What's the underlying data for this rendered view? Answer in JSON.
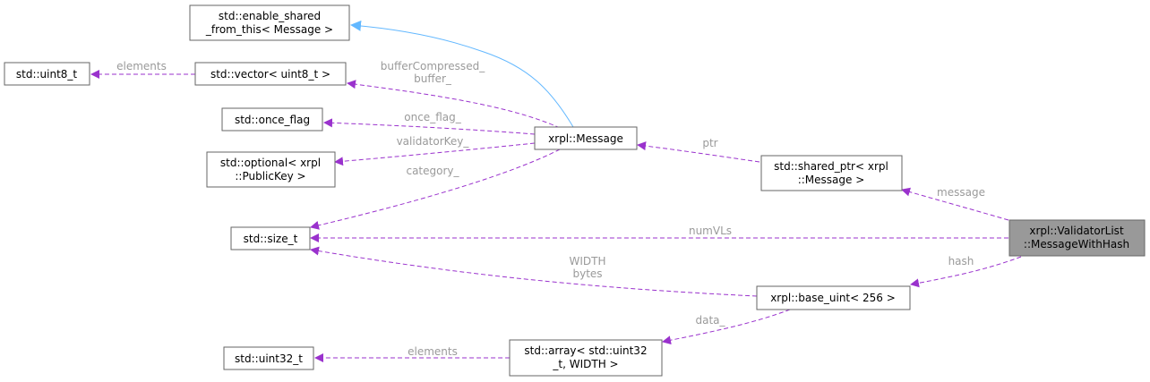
{
  "diagram": {
    "nodes": {
      "enable_shared": [
        "std::enable_shared",
        "_from_this< Message >"
      ],
      "vector": [
        "std::vector< uint8_t >"
      ],
      "uint8": [
        "std::uint8_t"
      ],
      "once_flag": [
        "std::once_flag"
      ],
      "optional": [
        "std::optional< xrpl",
        "::PublicKey >"
      ],
      "size_t": [
        "std::size_t"
      ],
      "message": [
        "xrpl::Message"
      ],
      "shared_ptr": [
        "std::shared_ptr< xrpl",
        "::Message >"
      ],
      "validator": [
        "xrpl::ValidatorList",
        "::MessageWithHash"
      ],
      "base_uint": [
        "xrpl::base_uint< 256 >"
      ],
      "array": [
        "std::array< std::uint32",
        "_t, WIDTH >"
      ],
      "uint32": [
        "std::uint32_t"
      ]
    },
    "edge_labels": {
      "elements_uint8": "elements",
      "buffer": [
        "bufferCompressed_",
        "buffer_"
      ],
      "once_flag": "once_flag_",
      "validator_key": "validatorKey_",
      "category": "category_",
      "ptr": "ptr",
      "message": "message",
      "num_vls": "numVLs",
      "width_bytes": [
        "WIDTH",
        "bytes"
      ],
      "hash": "hash",
      "data": "data_",
      "elements_uint32": "elements"
    },
    "colors": {
      "inheritance": "#63b8ff",
      "usage": "#9a32cd",
      "focus_fill": "#999999",
      "border": "#666666",
      "label": "#9a9a9a"
    }
  }
}
